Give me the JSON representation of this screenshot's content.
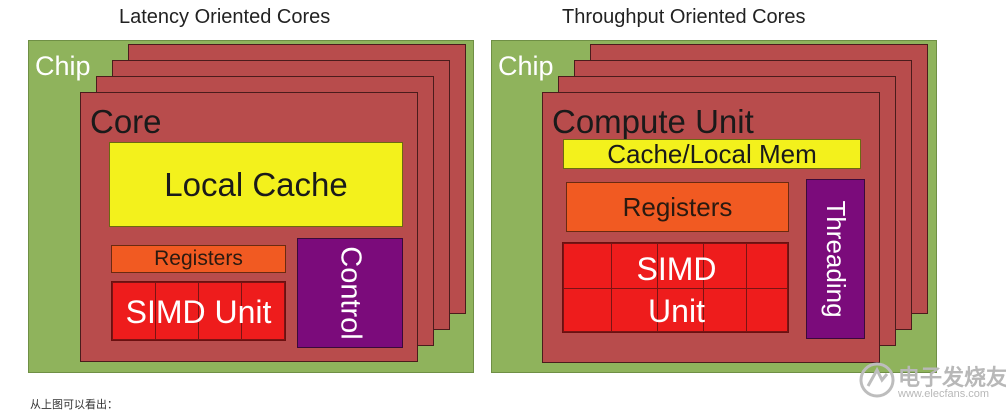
{
  "left": {
    "title": "Latency Oriented Cores",
    "chip_label": "Chip",
    "core_label": "Core",
    "cache_label": "Local Cache",
    "registers_label": "Registers",
    "simd_label": "SIMD Unit",
    "control_label": "Control"
  },
  "right": {
    "title": "Throughput Oriented Cores",
    "chip_label": "Chip",
    "core_label": "Compute Unit",
    "cache_label": "Cache/Local Mem",
    "registers_label": "Registers",
    "simd_line1": "SIMD",
    "simd_line2": "Unit",
    "threading_label": "Threading"
  },
  "footer_text": "从上图可以看出：",
  "watermark": {
    "text": "电子发烧友",
    "url": "www.elecfans.com"
  },
  "colors": {
    "chip": "#8fb35c",
    "core": "#b84c4c",
    "cache": "#f3f11c",
    "registers": "#f15a22",
    "simd": "#ee1c1c",
    "control": "#7b0b7b"
  }
}
